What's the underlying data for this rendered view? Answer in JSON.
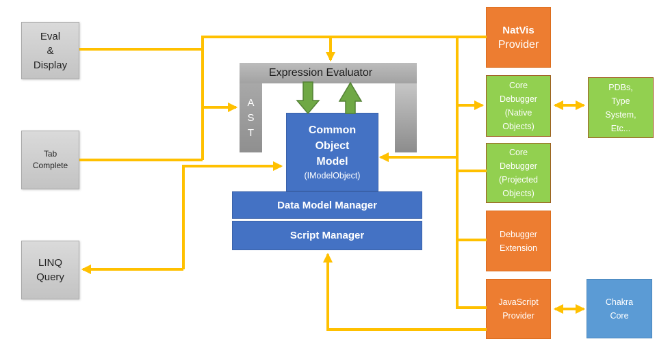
{
  "diagram": {
    "nodes": {
      "eval_display": {
        "label": "Eval\n&\nDisplay"
      },
      "tab_complete": {
        "label": "Tab\nComplete"
      },
      "linq_query": {
        "label": "LINQ\nQuery"
      },
      "expression_evaluator": {
        "label": "Expression Evaluator"
      },
      "ast": {
        "label": "A\nS\nT"
      },
      "common_object_model": {
        "title": "Common\nObject\nModel",
        "subtitle": "(IModelObject)"
      },
      "data_model_manager": {
        "label": "Data Model Manager"
      },
      "script_manager": {
        "label": "Script Manager"
      },
      "natvis_provider": {
        "title": "NatVis",
        "subtitle": "Provider"
      },
      "core_debugger_native": {
        "label": "Core\nDebugger\n(Native\nObjects)"
      },
      "pdbs_type_system": {
        "label": "PDBs,\nType\nSystem,\nEtc..."
      },
      "core_debugger_projected": {
        "label": "Core\nDebugger\n(Projected\nObjects)"
      },
      "debugger_extension": {
        "label": "Debugger\nExtension"
      },
      "javascript_provider": {
        "label": "JavaScript\nProvider"
      },
      "chakra_core": {
        "label": "Chakra\nCore"
      }
    },
    "colors": {
      "connector_yellow": "#FFC000",
      "orange_fill": "#ED7D31",
      "green_fill": "#92D050",
      "blue_fill": "#4472C4",
      "light_blue_fill": "#5B9BD5",
      "gray_fill": "#D2D2D2",
      "green_arrow_fill": "#6FA845"
    }
  }
}
